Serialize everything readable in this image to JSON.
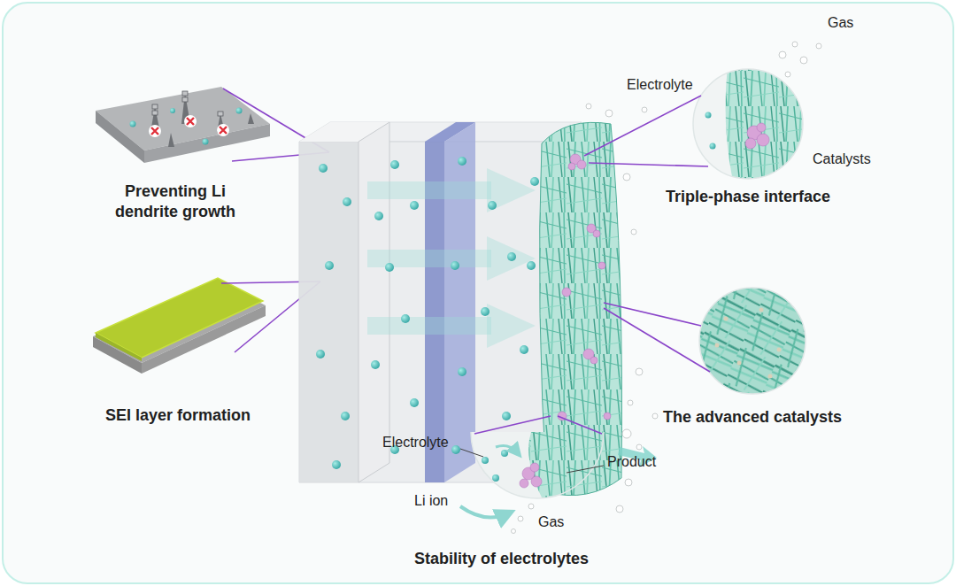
{
  "diagram": {
    "labels": [
      "Electrolyte",
      "Gas",
      "Preventing Li dendrite growth",
      "Catalysts",
      "Triple-phase interface",
      "SEI layer formation",
      "The advanced catalysts",
      "Electrolyte",
      "Product",
      "Li ion",
      "Gas",
      "Stability of electrolytes"
    ]
  }
}
